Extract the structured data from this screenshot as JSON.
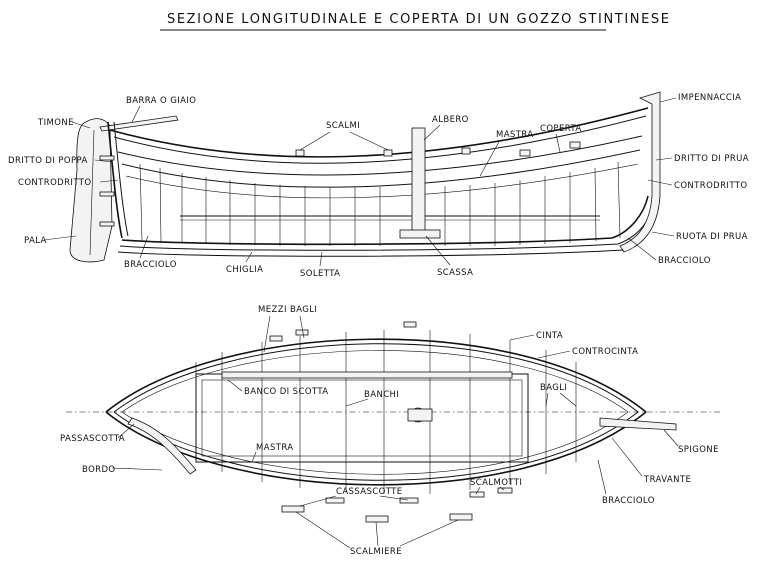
{
  "title": "SEZIONE  LONGITUDINALE  E  COPERTA  DI  UN  GOZZO  STINTINESE",
  "section": {
    "labels": {
      "barra": "BARRA  O  GIAIO",
      "timone": "TIMONE",
      "dritto_poppa": "DRITTO  DI  POPPA",
      "controdritto_left": "CONTRODRITTO",
      "pala": "PALA",
      "bracciolo_left": "BRACCIOLO",
      "chiglia": "CHIGLIA",
      "soletta": "SOLETTA",
      "scassa": "SCASSA",
      "scalmi": "SCALMI",
      "albero": "ALBERO",
      "mastra": "MASTRA",
      "coperta": "COPERTA",
      "impennaccia": "IMPENNACCIA",
      "dritto_prua": "DRITTO  DI  PRUA",
      "controdritto_right": "CONTRODRITTO",
      "ruota_prua": "RUOTA  DI  PRUA",
      "bracciolo_right": "BRACCIOLO"
    }
  },
  "plan": {
    "labels": {
      "mezzi_bagli": "MEZZI  BAGLI",
      "cinta": "CINTA",
      "controcinta": "CONTROCINTA",
      "banco_scotta": "BANCO  DI  SCOTTA",
      "banchi": "BANCHI",
      "bagli": "BAGLI",
      "passascotta": "PASSASCOTTA",
      "mastra": "MASTRA",
      "spigone": "SPIGONE",
      "bordo": "BORDO",
      "travante": "TRAVANTE",
      "cassascotte": "CASSASCOTTE",
      "scalmotti": "SCALMOTTI",
      "bracciolo": "BRACCIOLO",
      "scalmiere": "SCALMIERE"
    }
  }
}
